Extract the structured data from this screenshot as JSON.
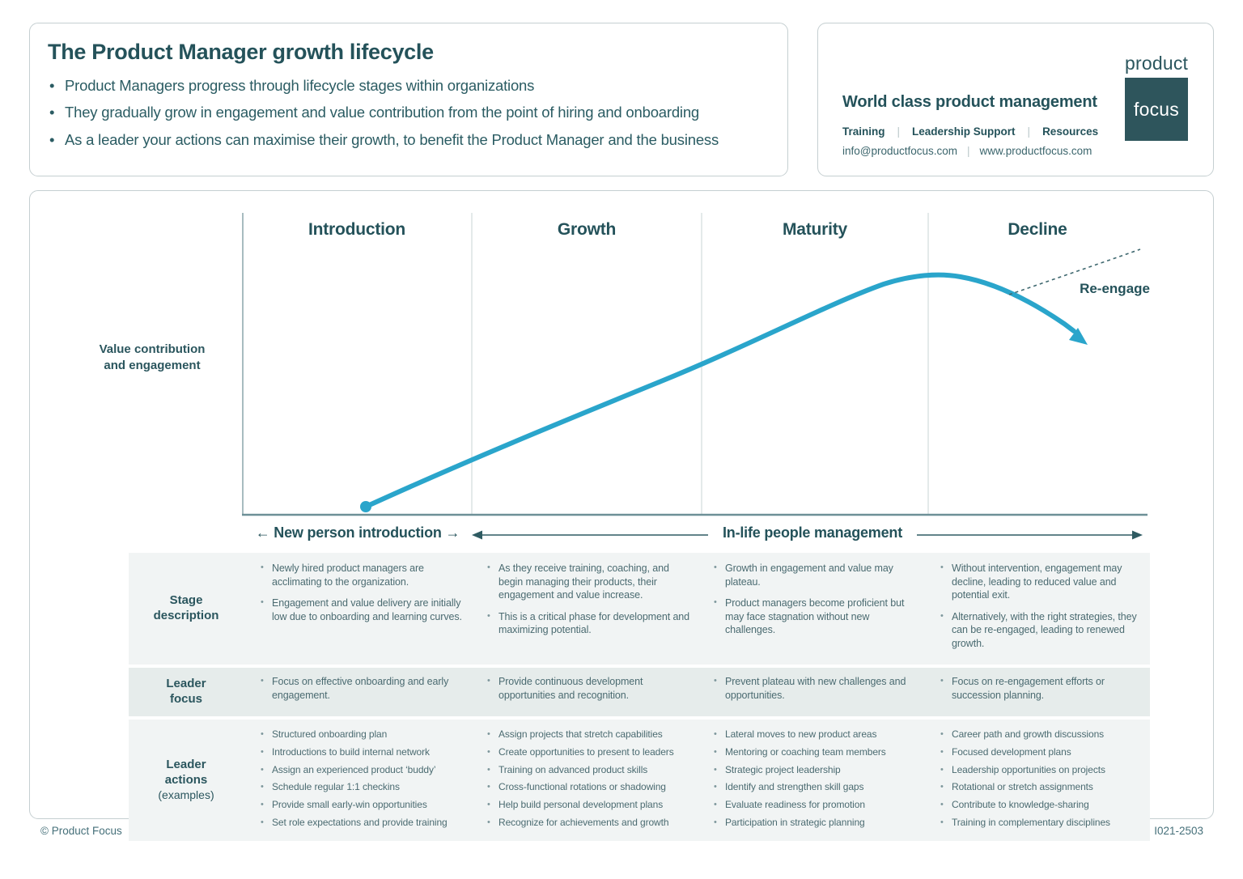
{
  "header": {
    "title": "The Product Manager growth lifecycle",
    "bullets": [
      "Product Managers progress through lifecycle stages within organizations",
      "They gradually grow in engagement and value contribution from the point of hiring and onboarding",
      "As a leader your actions can maximise their growth, to benefit the Product Manager and the business"
    ]
  },
  "brand": {
    "tagline": "World class product management",
    "nav": [
      "Training",
      "Leadership Support",
      "Resources"
    ],
    "separator": "|",
    "email": "info@productfocus.com",
    "website": "www.productfocus.com",
    "logo_top": "product",
    "logo_bottom": "focus"
  },
  "chart": {
    "stages": [
      "Introduction",
      "Growth",
      "Maturity",
      "Decline"
    ],
    "y_label_line1": "Value contribution",
    "y_label_line2": "and engagement",
    "reengage": "Re-engage",
    "captions": [
      {
        "label": "← New person introduction →"
      },
      {
        "label": "In-life people management"
      }
    ]
  },
  "table": {
    "rows": [
      {
        "header": "Stage description",
        "subheader": "",
        "cells": [
          [
            "Newly hired product managers are acclimating to the organization.",
            "Engagement and value delivery are initially low due to onboarding and learning curves."
          ],
          [
            "As they receive training, coaching, and begin managing their products, their engagement and value increase.",
            "This is a critical phase for development and maximizing potential."
          ],
          [
            "Growth in engagement and value may plateau.",
            "Product managers become proficient but may face stagnation without new challenges."
          ],
          [
            "Without intervention, engagement may decline, leading to reduced value and potential exit.",
            "Alternatively, with the right strategies, they can be re-engaged, leading to renewed growth."
          ]
        ]
      },
      {
        "header": "Leader focus",
        "subheader": "",
        "cells": [
          [
            "Focus on effective onboarding and early engagement."
          ],
          [
            "Provide continuous development opportunities and recognition."
          ],
          [
            "Prevent plateau with new challenges and opportunities."
          ],
          [
            "Focus on re-engagement efforts or succession planning."
          ]
        ]
      },
      {
        "header": "Leader actions",
        "subheader": "(examples)",
        "cells": [
          [
            "Structured onboarding plan",
            "Introductions to build internal network",
            "Assign an experienced product ‘buddy’",
            "Schedule regular 1:1 checkins",
            "Provide small early-win opportunities",
            "Set role expectations and provide training"
          ],
          [
            "Assign projects that stretch capabilities",
            "Create opportunities to present to leaders",
            "Training on advanced product skills",
            "Cross-functional rotations or shadowing",
            "Help build personal development plans",
            "Recognize for achievements and growth"
          ],
          [
            "Lateral moves to new product areas",
            "Mentoring or coaching team members",
            "Strategic project leadership",
            "Identify and strengthen skill gaps",
            "Evaluate readiness for promotion",
            "Participation in strategic planning"
          ],
          [
            "Career path and growth discussions",
            "Focused development plans",
            "Leadership opportunities on projects",
            "Rotational or stretch assignments",
            "Contribute to knowledge-sharing",
            "Training in complementary disciplines"
          ]
        ]
      }
    ]
  },
  "footer": {
    "left": "© Product Focus",
    "right": "I021-2503"
  },
  "colors": {
    "brand_teal": "#24525a",
    "accent_blue": "#2aa5cb",
    "row_light": "#f1f4f4",
    "row_mid": "#e6eceb"
  }
}
